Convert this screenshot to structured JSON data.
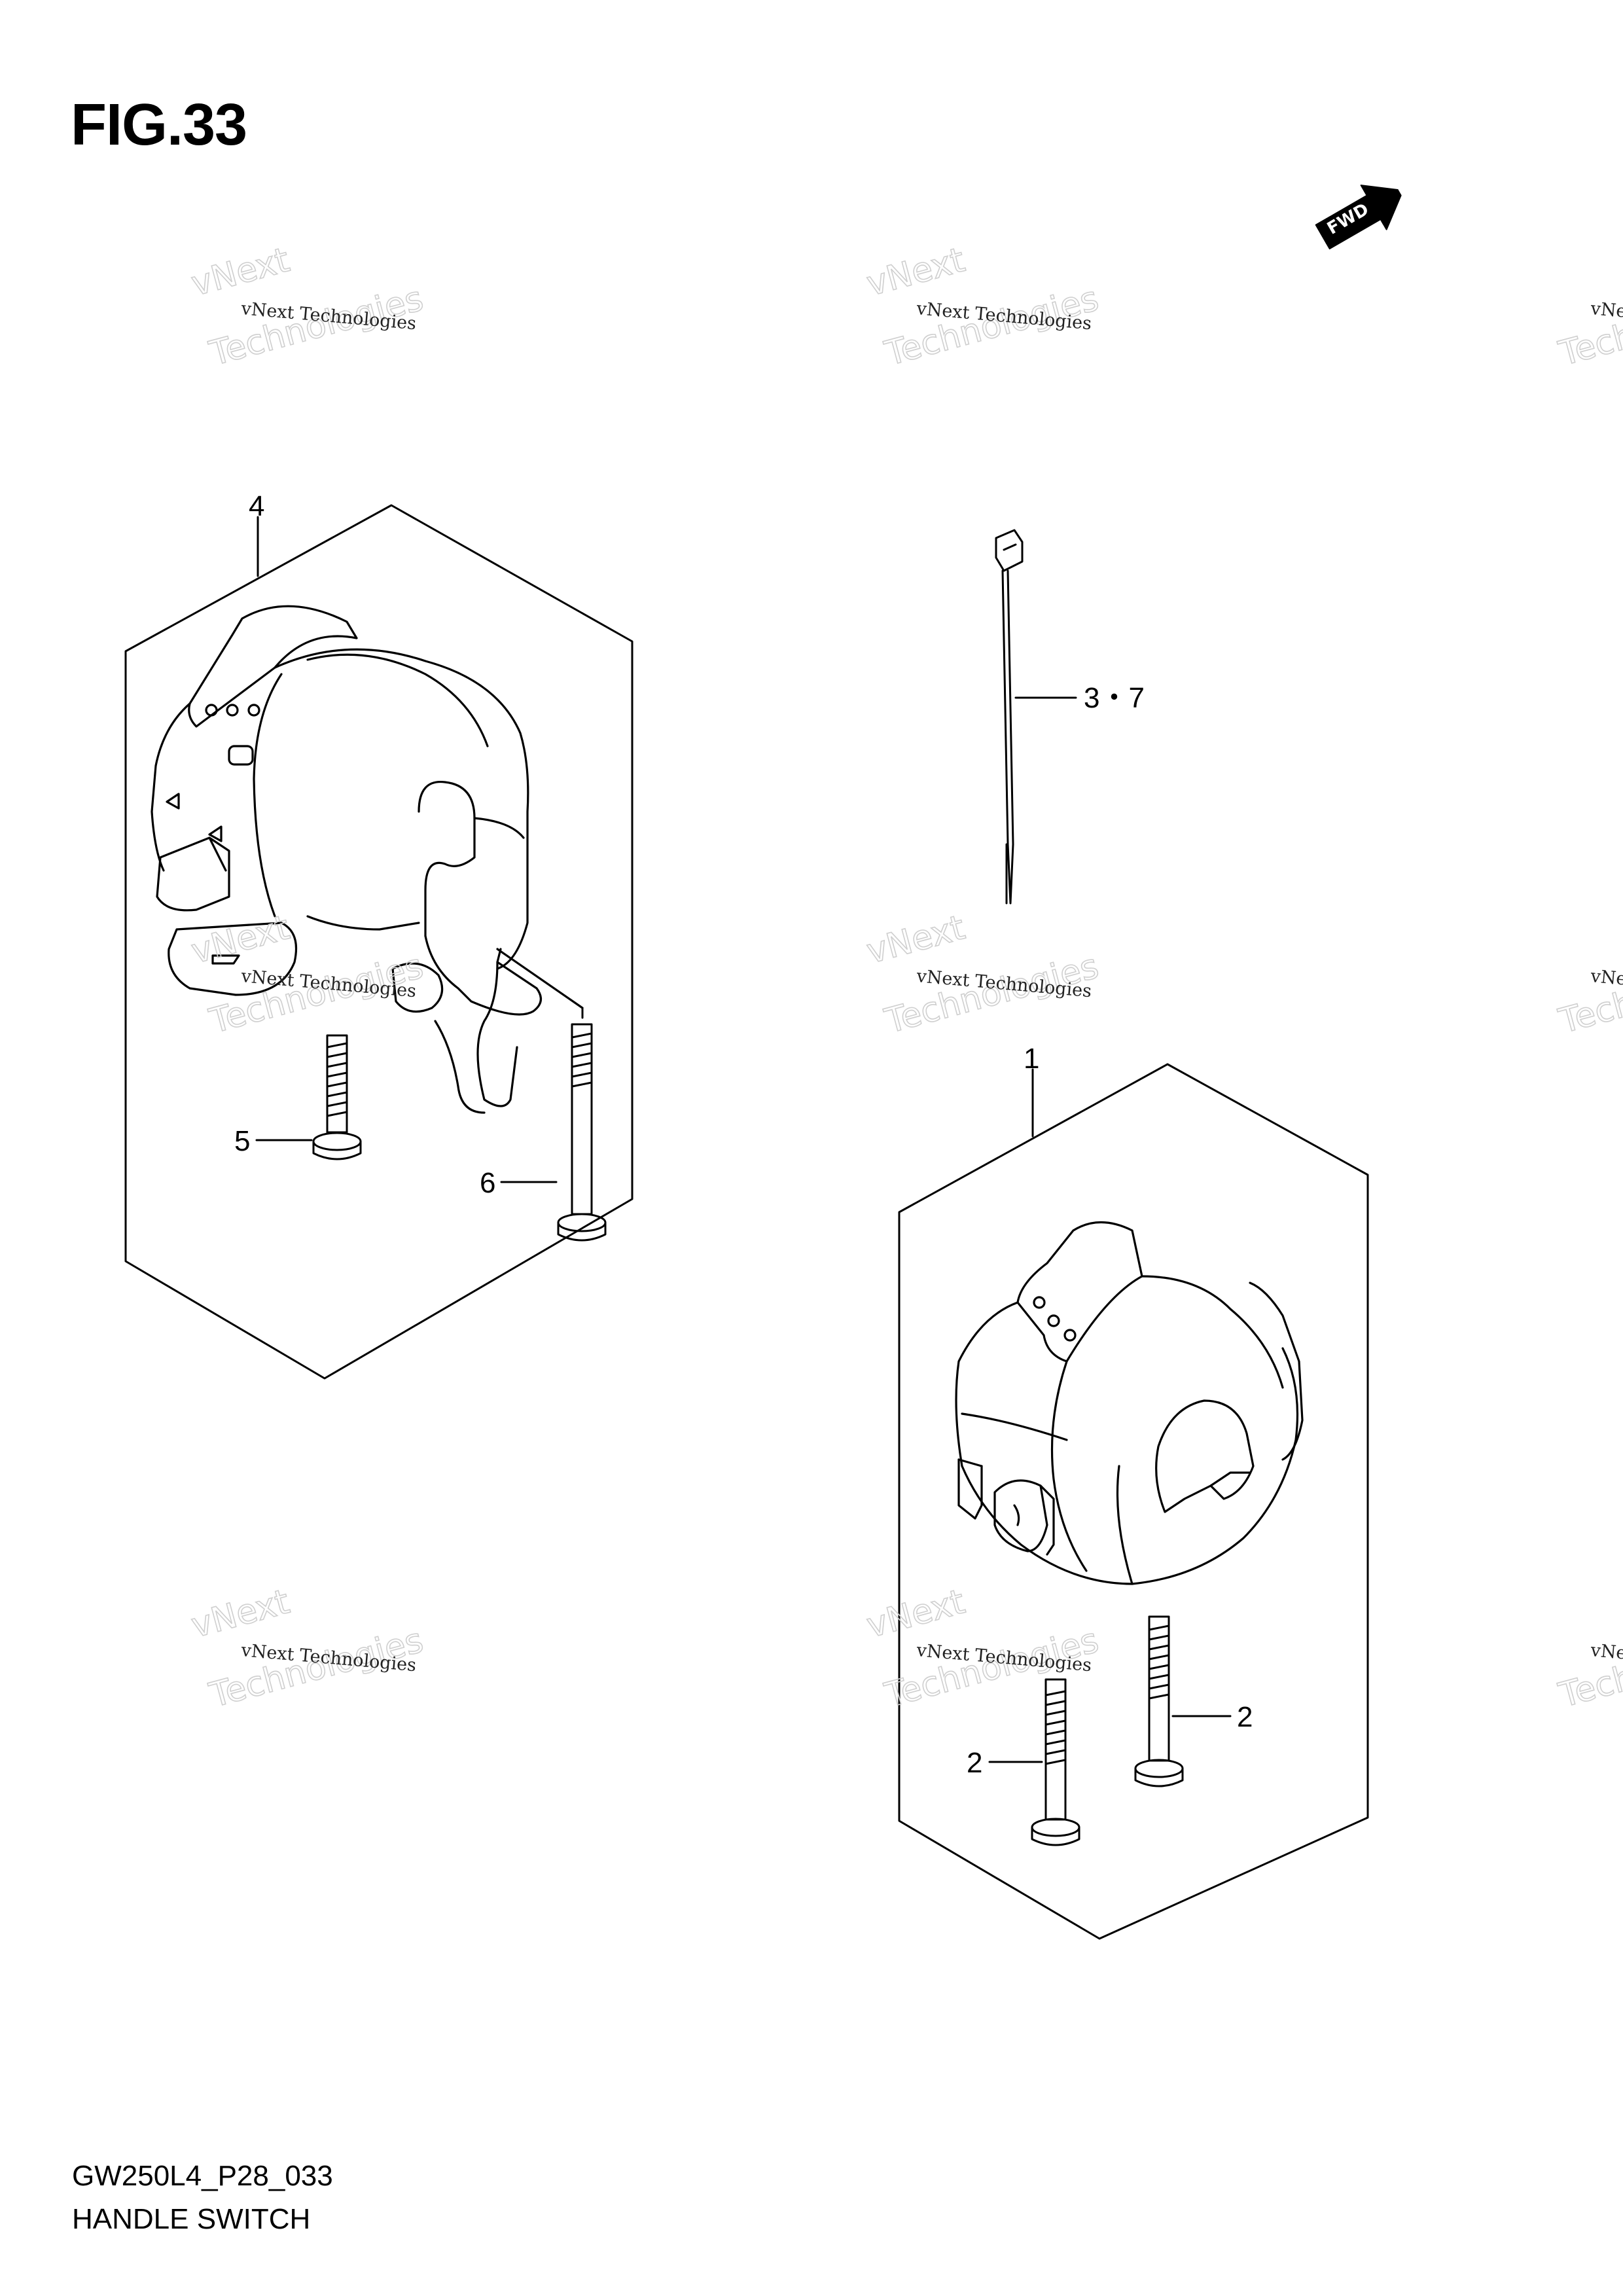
{
  "figure": {
    "title": "FIG.33"
  },
  "footer": {
    "code": "GW250L4_P28_033",
    "title": "HANDLE SWITCH"
  },
  "fwd_badge": "FWD",
  "watermark": {
    "line1": "vNext Technologies",
    "line2": "vNext",
    "line3": "Technologies"
  },
  "callouts": {
    "p4": "4",
    "p37": "3・7",
    "p1": "1",
    "p5": "5",
    "p6": "6",
    "p2a": "2",
    "p2b": "2"
  },
  "colors": {
    "line": "#000000",
    "watermark": "#cfcfcf"
  }
}
